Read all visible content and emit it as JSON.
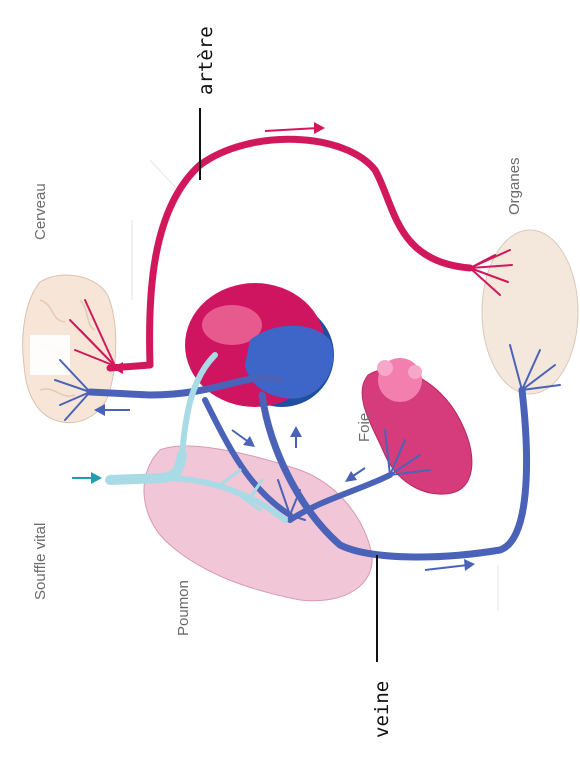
{
  "labels": {
    "artere": "artère",
    "veine": "veine",
    "organes": "Organes",
    "cerveau": "Cerveau",
    "foie": "Foie",
    "souffle_vital": "Souffle vital",
    "poumon": "Poumon"
  },
  "colors": {
    "artery": "#d1185c",
    "vein": "#4a63b8",
    "air": "#a9dbe6",
    "air_arrow": "#1f9fb3",
    "lung": "#f1c6d6",
    "liver": "#d63c7c",
    "brain": "#f7e6d8",
    "organ": "#f4e8dc"
  }
}
